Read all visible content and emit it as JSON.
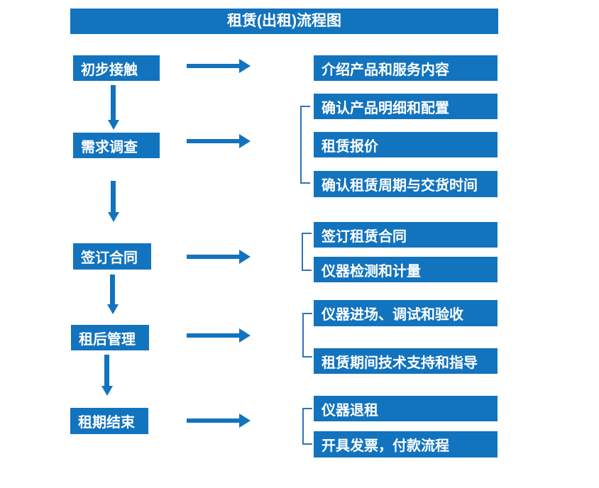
{
  "title": "租赁(出租)流程图",
  "colors": {
    "box_blue": "#1273BE",
    "bracket_blue": "#2E74B6",
    "text_white": "#FFFFFF",
    "background": "#FFFFFF"
  },
  "flow": {
    "rows": [
      {
        "step": "初步接触",
        "targets": [
          "介绍产品和服务内容"
        ]
      },
      {
        "step": "需求调查",
        "targets": [
          "确认产品明细和配置",
          "租赁报价",
          "确认租赁周期与交货时间"
        ]
      },
      {
        "step": "签订合同",
        "targets": [
          "签订租赁合同",
          "仪器检测和计量"
        ]
      },
      {
        "step": "租后管理",
        "targets": [
          "仪器进场、调试和验收",
          "租赁期间技术支持和指导"
        ]
      },
      {
        "step": "租期结束",
        "targets": [
          "仪器退租",
          "开具发票，付款流程"
        ]
      }
    ]
  }
}
